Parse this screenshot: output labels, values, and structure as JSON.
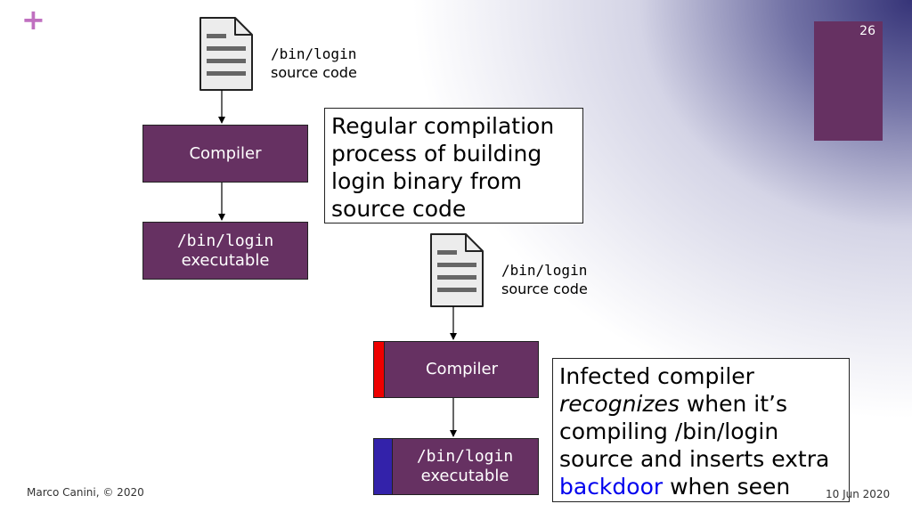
{
  "slide": {
    "page_number": "26",
    "footer_left": "Marco Canini, © 2020",
    "footer_right": "10 Jun 2020"
  },
  "top_diagram": {
    "source_path": "/bin/login",
    "source_label": "source code",
    "compiler_label": "Compiler",
    "exec_path": "/bin/login",
    "exec_label": "executable"
  },
  "bottom_diagram": {
    "source_path": "/bin/login",
    "source_label": "source code",
    "compiler_label": "Compiler",
    "exec_path": "/bin/login",
    "exec_label": "executable"
  },
  "callout_top": {
    "text": "Regular compilation process of building login binary from source code"
  },
  "callout_bottom": {
    "part1": "Infected compiler ",
    "part2_italic": "recognizes",
    "part3": " when it’s compiling /bin/login source and inserts extra ",
    "part4_blue": "backdoor",
    "part5": " when seen"
  },
  "colors": {
    "box_fill": "#663162",
    "infected_marker": "#ee0000",
    "backdoor_marker": "#3322aa",
    "backdoor_text": "#0000ee",
    "plus": "#c070c0"
  }
}
